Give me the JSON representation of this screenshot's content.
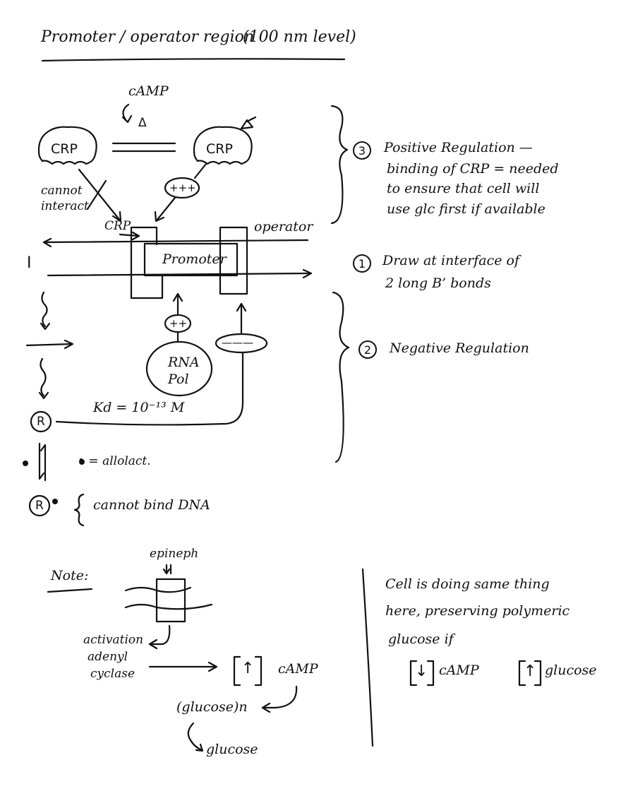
{
  "title": "Promoter / operator region",
  "title_suffix": "(100 nm level)",
  "top": {
    "camp": "cAMP",
    "delta": "Δ",
    "crp_left": "CRP",
    "crp_right": "CRP",
    "plus3": "+++",
    "cannot_interact_1": "cannot",
    "cannot_interact_2": "interact",
    "crp_site": "CRP",
    "operator": "operator",
    "promoter": "Promoter",
    "gene_I": "I",
    "plus2": "++",
    "rna_pol_1": "RNA",
    "rna_pol_2": "Pol",
    "minus3": "———",
    "repressor": "R",
    "kd": "Kd = 10⁻¹³ M",
    "allolact": "• = allolact.",
    "repressor_bound": "R",
    "cannot_bind": "cannot bind DNA"
  },
  "notes": {
    "n3": "3",
    "positive_1": "Positive Regulation —",
    "positive_2": "binding of CRP = needed",
    "positive_3": "to ensure that cell will",
    "positive_4": "use glc first if available",
    "n1": "1",
    "draw_1": "Draw at interface of",
    "draw_2": "2 long B’ bonds",
    "n2": "2",
    "negative": "Negative Regulation"
  },
  "bottom": {
    "note": "Note:",
    "epineph": "epineph",
    "activation": "activation",
    "adenyl": "adenyl",
    "cyclase": "cyclase",
    "up_arrow": "↑",
    "camp": "cAMP",
    "glucose_n": "(glucose)n",
    "glucose": "glucose",
    "cell_1": "Cell is doing same thing",
    "cell_2": "here, preserving polymeric",
    "cell_3": "glucose if",
    "down_camp_arrow": "↓",
    "down_camp": "cAMP",
    "up_glucose_arrow": "↑",
    "up_glucose": "glucose"
  }
}
